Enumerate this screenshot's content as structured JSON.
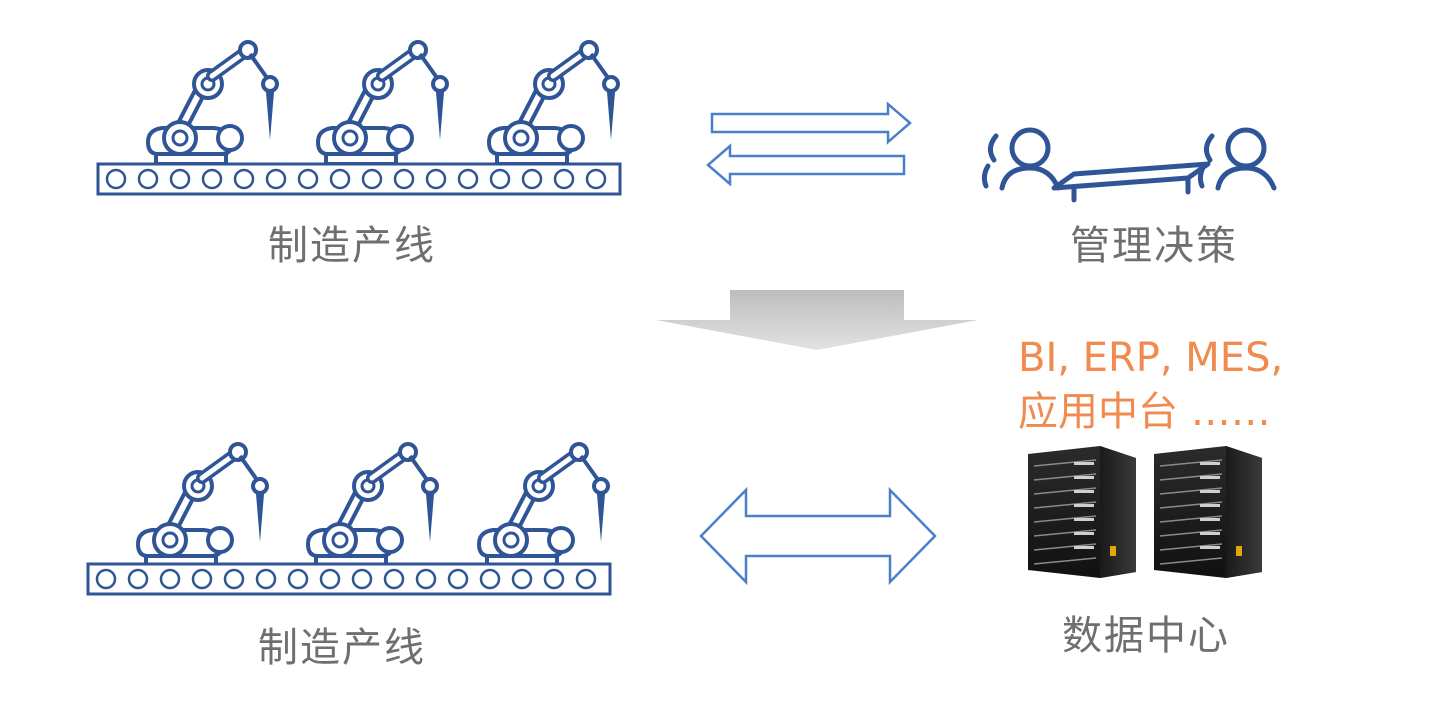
{
  "diagram": {
    "top_left": {
      "label": "制造产线",
      "icon": "production-line-icon"
    },
    "top_right": {
      "label": "管理决策",
      "icon": "management-meeting-icon"
    },
    "bottom_left": {
      "label": "制造产线",
      "icon": "production-line-icon"
    },
    "bottom_right": {
      "label": "数据中心",
      "icon": "server-rack-icon",
      "systems_line1": "BI, ERP, MES,",
      "systems_line2": "应用中台 ……"
    },
    "colors": {
      "line_blue": "#2f5597",
      "arrow_blue": "#4a7fc9",
      "label_gray": "#6f6f6f",
      "accent_orange": "#f08a4e",
      "down_arrow_gray": "#c8c8c8"
    }
  }
}
